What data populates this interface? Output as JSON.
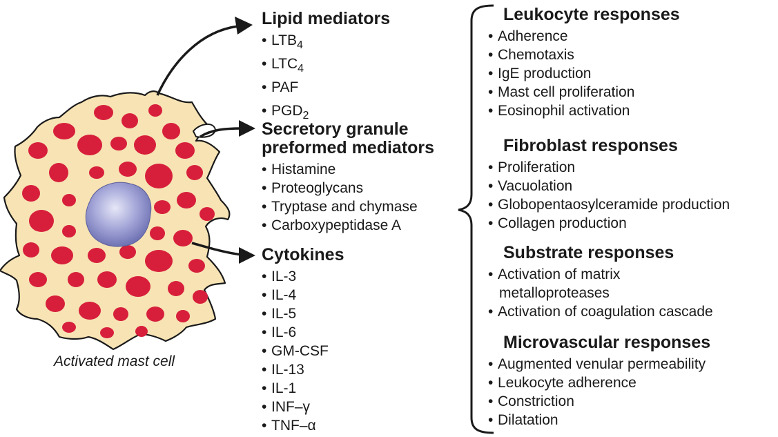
{
  "caption": "Activated mast cell",
  "colors": {
    "granule": "#d71f3c",
    "cytoplasm": "#f7e3b4",
    "nucleus": "#a4a6d8",
    "outline": "#1a1a1a"
  },
  "mediators": [
    {
      "heading": [
        "Lipid mediators"
      ],
      "items": [
        {
          "text": "LTB",
          "sub": "4"
        },
        {
          "text": "LTC",
          "sub": "4"
        },
        {
          "text": "PAF",
          "sub": ""
        },
        {
          "text": "PGD",
          "sub": "2"
        }
      ]
    },
    {
      "heading": [
        "Secretory granule",
        "preformed mediators"
      ],
      "items": [
        {
          "text": "Histamine",
          "sub": ""
        },
        {
          "text": "Proteoglycans",
          "sub": ""
        },
        {
          "text": "Tryptase and chymase",
          "sub": ""
        },
        {
          "text": "Carboxypeptidase A",
          "sub": ""
        }
      ]
    },
    {
      "heading": [
        "Cytokines"
      ],
      "items": [
        {
          "text": "IL-3",
          "sub": ""
        },
        {
          "text": "IL-4",
          "sub": ""
        },
        {
          "text": "IL-5",
          "sub": ""
        },
        {
          "text": "IL-6",
          "sub": ""
        },
        {
          "text": "GM-CSF",
          "sub": ""
        },
        {
          "text": "IL-13",
          "sub": ""
        },
        {
          "text": "IL-1",
          "sub": ""
        },
        {
          "text": "INF–γ",
          "sub": ""
        },
        {
          "text": "TNF–α",
          "sub": ""
        }
      ]
    }
  ],
  "responses": [
    {
      "heading": "Leukocyte responses",
      "items": [
        [
          "Adherence"
        ],
        [
          "Chemotaxis"
        ],
        [
          "IgE production"
        ],
        [
          "Mast cell proliferation"
        ],
        [
          "Eosinophil activation"
        ]
      ]
    },
    {
      "heading": "Fibroblast responses",
      "items": [
        [
          "Proliferation"
        ],
        [
          "Vacuolation"
        ],
        [
          "Globopentaosylceramide production"
        ],
        [
          "Collagen production"
        ]
      ]
    },
    {
      "heading": "Substrate responses",
      "items": [
        [
          "Activation of matrix",
          "metalloproteases"
        ],
        [
          "Activation of coagulation cascade"
        ]
      ]
    },
    {
      "heading": "Microvascular responses",
      "items": [
        [
          "Augmented venular permeability"
        ],
        [
          "Leukocyte adherence"
        ],
        [
          "Constriction"
        ],
        [
          "Dilatation"
        ]
      ]
    }
  ]
}
